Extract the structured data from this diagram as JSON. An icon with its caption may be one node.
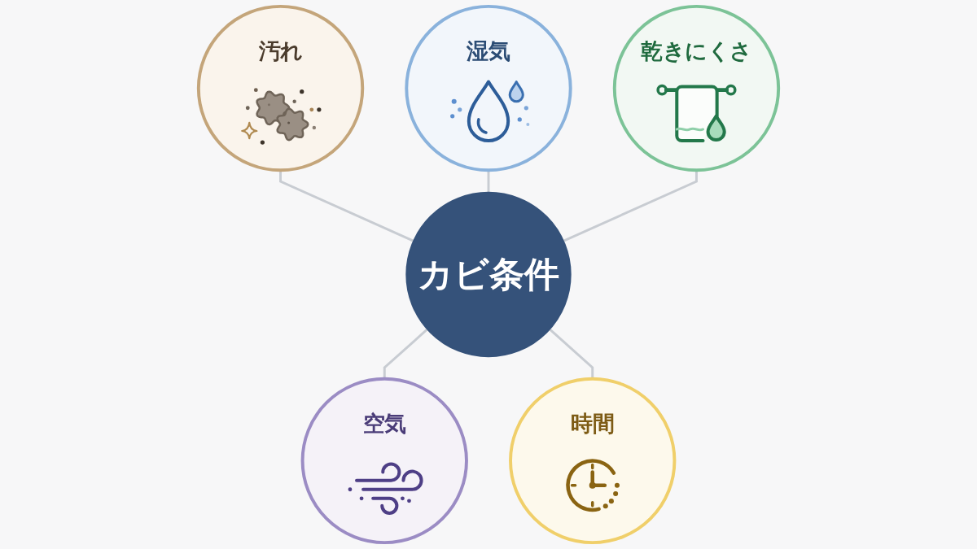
{
  "diagram": {
    "nodes": [
      {
        "text": [
          "カビ条件"
        ]
      },
      {
        "text": [
          "湿気"
        ]
      },
      {
        "text": [
          "汚れ"
        ]
      },
      {
        "text": [
          "乾きにくさ"
        ]
      },
      {
        "text": [
          "空気"
        ]
      },
      {
        "text": [
          "時間"
        ]
      }
    ],
    "edges": [
      {
        "from": 2,
        "to": 0,
        "arrow": "none"
      },
      {
        "from": 1,
        "to": 0,
        "arrow": "none"
      },
      {
        "from": 3,
        "to": 0,
        "arrow": "none"
      },
      {
        "from": 0,
        "to": 4,
        "arrow": "none"
      },
      {
        "from": 0,
        "to": 5,
        "arrow": "none"
      }
    ]
  }
}
